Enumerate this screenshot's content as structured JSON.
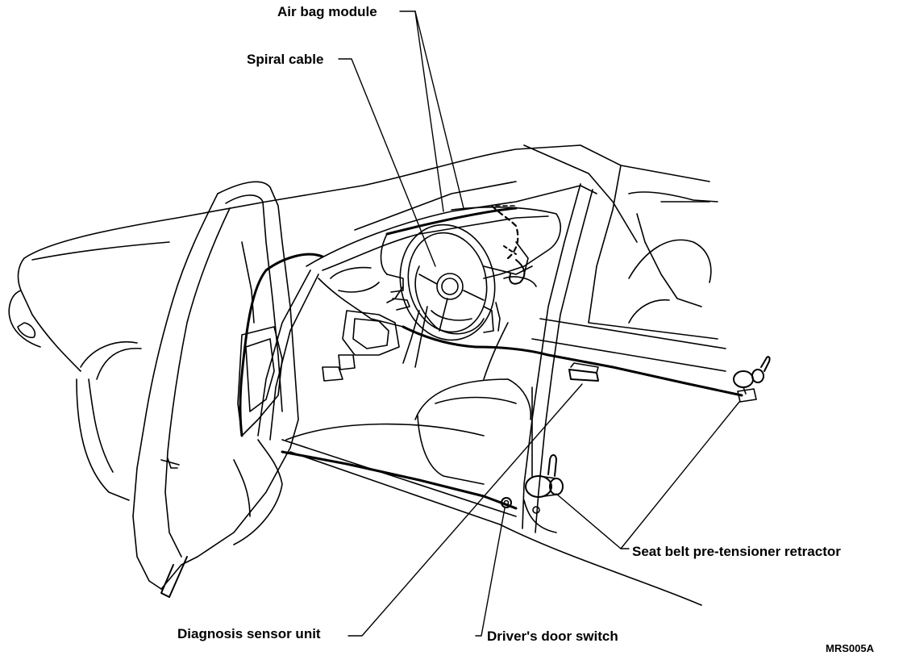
{
  "labels": {
    "airbag_module": "Air bag module",
    "spiral_cable": "Spiral cable",
    "seat_belt_retractor": "Seat belt pre-tensioner retractor",
    "diagnosis_sensor_unit": "Diagnosis sensor unit",
    "drivers_door_switch": "Driver's door switch"
  },
  "figure_code": "MRS005A",
  "colors": {
    "ink": "#000000",
    "paper": "#ffffff"
  }
}
